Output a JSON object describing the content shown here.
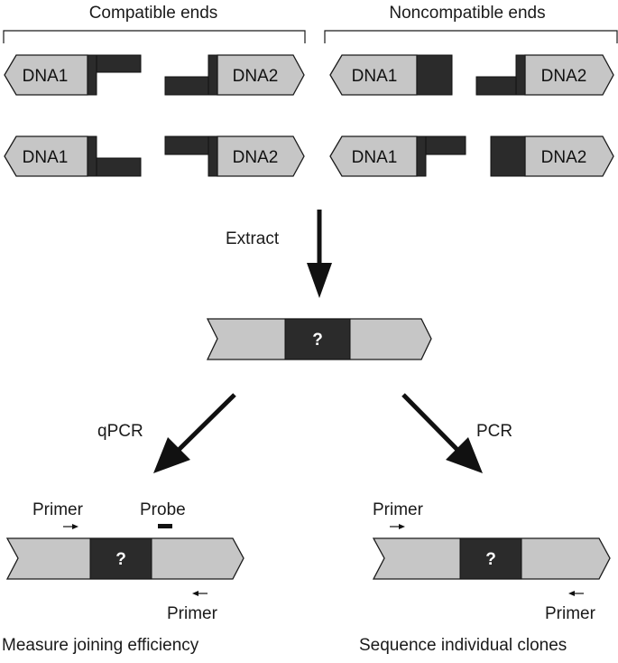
{
  "headers": {
    "compatible": "Compatible ends",
    "noncompatible": "Noncompatible ends"
  },
  "dna": {
    "dna1": "DNA1",
    "dna2": "DNA2"
  },
  "steps": {
    "extract": "Extract",
    "qpcr": "qPCR",
    "pcr": "PCR"
  },
  "labels": {
    "unknown": "?",
    "primer": "Primer",
    "probe": "Probe"
  },
  "captions": {
    "left": "Measure joining efficiency",
    "right": "Sequence individual clones"
  },
  "colors": {
    "segment_fill": "#c6c6c6",
    "end_fill": "#2b2b2b",
    "stroke": "#1a1a1a"
  }
}
